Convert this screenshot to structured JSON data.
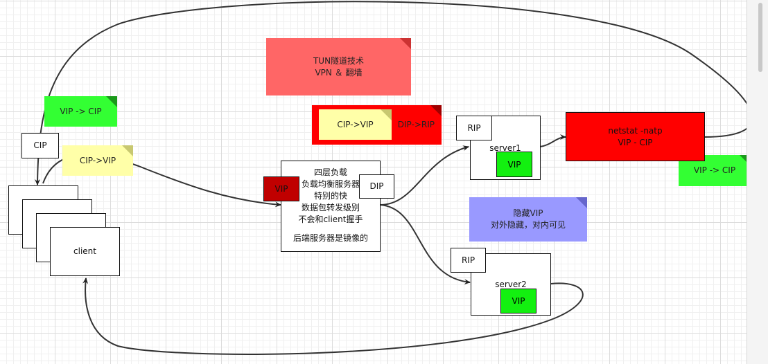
{
  "nodes": {
    "cip": "CIP",
    "client": "client",
    "lb": {
      "lines": [
        "四层负载",
        "负载均衡服务器",
        "特别的快",
        "数据包转发级别",
        "不会和client握手",
        "",
        "后端服务器是镜像的"
      ],
      "vip": "VIP",
      "dip": "DIP"
    },
    "server1": {
      "name": "server1",
      "rip": "RIP",
      "vip": "VIP"
    },
    "server2": {
      "name": "server2",
      "rip": "RIP",
      "vip": "VIP"
    },
    "netstat": "netstat -natp\nVIP - CIP"
  },
  "notes": {
    "tun": "TUN隧道技术\nVPN ＆ 翻墙",
    "vip_cip_left": "VIP -> CIP",
    "cip_vip_left": "CIP->VIP",
    "cip_vip_inner": "CIP->VIP",
    "dip_rip": "DIP->RIP",
    "vip_cip_right": "VIP -> CIP",
    "hidden_vip": "隐藏VIP\n对外隐藏，对内可见"
  },
  "colors": {
    "tun_note": "#ff6666",
    "red": "#ff0000",
    "dark_red": "#c00000",
    "green_note": "#33ff33",
    "yellow_note": "#ffffa8",
    "purple_note": "#9999ff",
    "green_vip": "#13f010"
  }
}
